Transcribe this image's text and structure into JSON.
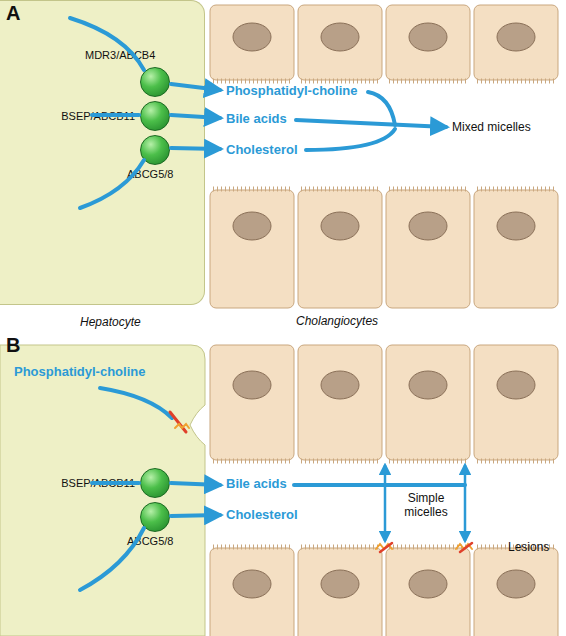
{
  "diagram": {
    "nodes": [
      {
        "text": [
          "Hepatocyte"
        ]
      },
      {
        "text": [
          "MDR3/ABCB4"
        ],
        "in": 0
      },
      {
        "text": [
          "BSEP/ABCB11"
        ],
        "in": 0
      },
      {
        "text": [
          "ABCG5/8"
        ],
        "in": 0
      },
      {
        "text": [
          "BSEP/ABCB11"
        ]
      },
      {
        "text": [
          "ABCG5/8"
        ]
      }
    ],
    "labels": [
      "A",
      "Phosphatidyl-choline",
      "Bile acids",
      "Cholesterol",
      "Mixed micelles",
      "Cholangiocytes",
      "B",
      "Phosphatidyl-choline",
      "Bile acids",
      "Cholesterol",
      "Simple micelles",
      "Lesions"
    ]
  }
}
